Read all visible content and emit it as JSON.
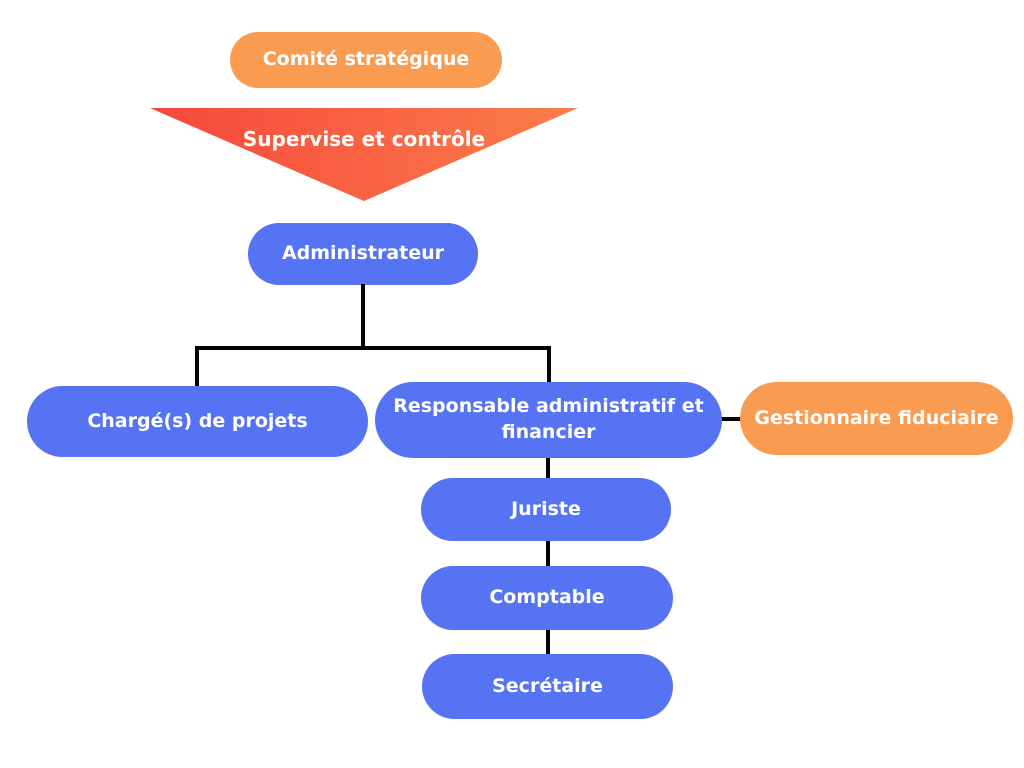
{
  "diagram": {
    "type": "org-chart",
    "colors": {
      "background": "#ffffff",
      "primary_node": "#5673f3",
      "accent_node": "#f99b51",
      "connector": "#000000",
      "label_text": "#ffffff",
      "arrow_gradient_left": "#f7463b",
      "arrow_gradient_right": "#fa7f4a"
    },
    "arrow": {
      "label": "Supervise et contrôle",
      "shape": "downward-triangle",
      "from": "comite",
      "to": "administrateur"
    },
    "nodes": {
      "comite": {
        "label": "Comité stratégique",
        "style": "orange"
      },
      "administrateur": {
        "label": "Administrateur",
        "style": "blue"
      },
      "charges": {
        "label": "Chargé(s) de projets",
        "style": "blue"
      },
      "responsable": {
        "label": "Responsable administratif et\nfinancier",
        "style": "blue"
      },
      "gestionnaire": {
        "label": "Gestionnaire fiduciaire",
        "style": "orange"
      },
      "juriste": {
        "label": "Juriste",
        "style": "blue"
      },
      "comptable": {
        "label": "Comptable",
        "style": "blue"
      },
      "secretaire": {
        "label": "Secrétaire",
        "style": "blue"
      }
    },
    "edges": [
      {
        "from": "administrateur",
        "to": "charges"
      },
      {
        "from": "administrateur",
        "to": "responsable"
      },
      {
        "from": "responsable",
        "to": "gestionnaire"
      },
      {
        "from": "responsable",
        "to": "juriste"
      },
      {
        "from": "juriste",
        "to": "comptable"
      },
      {
        "from": "comptable",
        "to": "secretaire"
      }
    ]
  }
}
